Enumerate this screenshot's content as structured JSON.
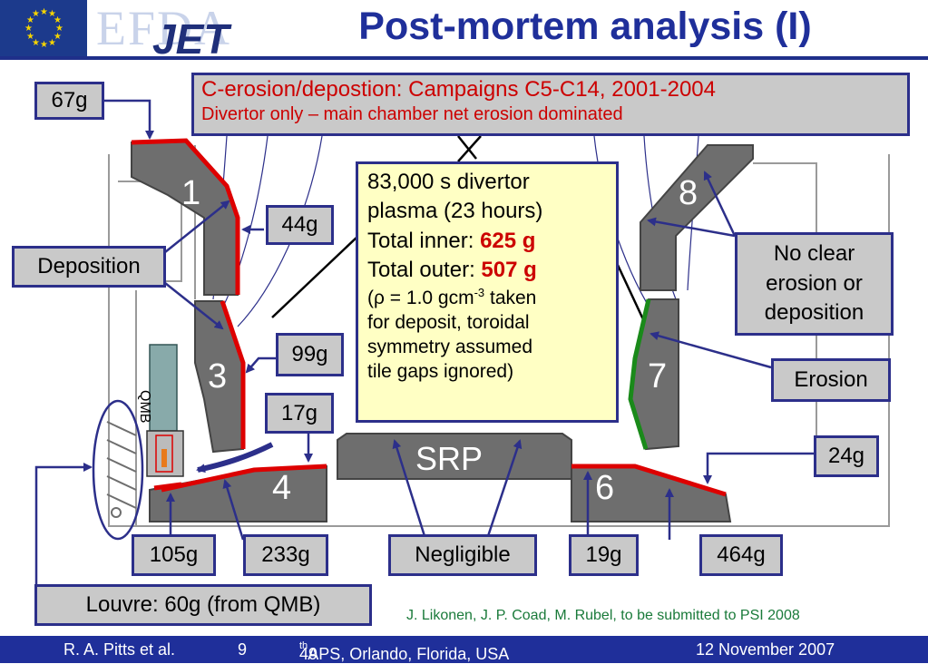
{
  "header": {
    "logo_efda": "EFDA",
    "logo_jet": "JET",
    "title": "Post-mortem analysis (I)"
  },
  "info_box": {
    "line1": "C-erosion/depostion: Campaigns C5-C14, 2001-2004",
    "line2": "Divertor only – main chamber net erosion dominated"
  },
  "summary_box": {
    "line1": "83,000 s divertor",
    "line2": "plasma (23 hours)",
    "inner_label": "Total inner: ",
    "inner_value": "625 g",
    "outer_label": "Total outer: ",
    "outer_value": "507 g",
    "note_open": "(",
    "rho": "ρ",
    "note_a": " = 1.0 gcm",
    "note_sup": "-3",
    "note_b": " taken",
    "line_c": "for deposit, toroidal",
    "line_d": "symmetry assumed",
    "line_e": "tile gaps ignored)"
  },
  "tiles": {
    "t1": "1",
    "t3": "3",
    "t4": "4",
    "srp": "SRP",
    "t6": "6",
    "t7": "7",
    "t8": "8",
    "qmb": "QMB"
  },
  "labels": {
    "g67": "67g",
    "g44": "44g",
    "deposition": "Deposition",
    "g99": "99g",
    "g17": "17g",
    "g105": "105g",
    "g233": "233g",
    "negligible": "Negligible",
    "g19": "19g",
    "g464": "464g",
    "g24": "24g",
    "no_clear": [
      "No clear",
      "erosion or",
      "deposition"
    ],
    "erosion": "Erosion",
    "louvre": "Louvre: 60g (from QMB)"
  },
  "citation": "J. Likonen, J. P. Coad, M. Rubel, to  be submitted to PSI 2008",
  "footer": {
    "author": "R. A. Pitts et al.",
    "page": "9",
    "conf_num": "49",
    "conf_sup": "th",
    "conf_rest": " APS, Orlando, Florida, USA",
    "date": "12 November 2007"
  },
  "colors": {
    "tile_fill": "#6e6e6e",
    "deposit": "#dd0000",
    "erosion": "#1a8a1a",
    "arrow": "#2c2f8a",
    "label_fill": "#c9c9c9",
    "yellow": "#ffffc4"
  }
}
